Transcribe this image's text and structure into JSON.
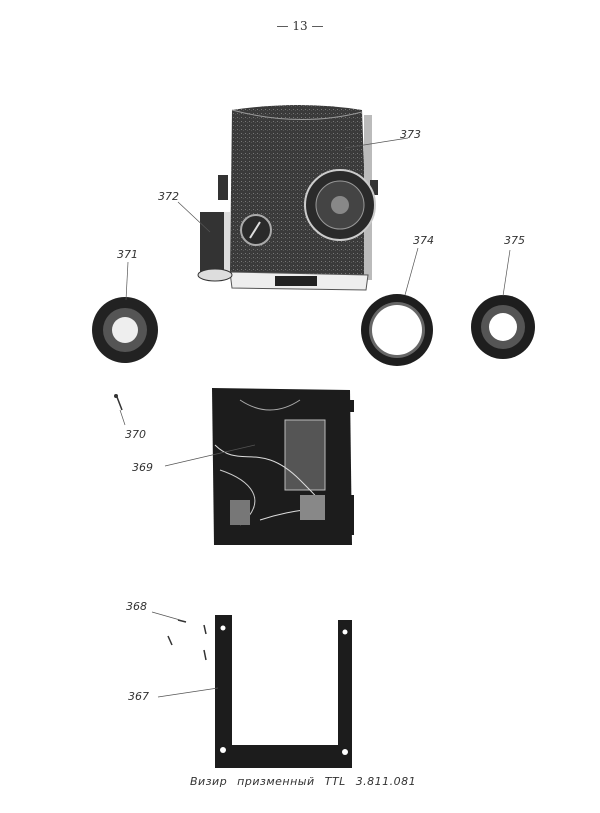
{
  "page_number": "— 13 —",
  "caption": "Визир призменный TTL 3.811.081",
  "callouts": {
    "p367": "367",
    "p368": "368",
    "p369": "369",
    "p370": "370",
    "p371": "371",
    "p372": "372",
    "p373": "373",
    "p374": "374",
    "p375": "375"
  }
}
